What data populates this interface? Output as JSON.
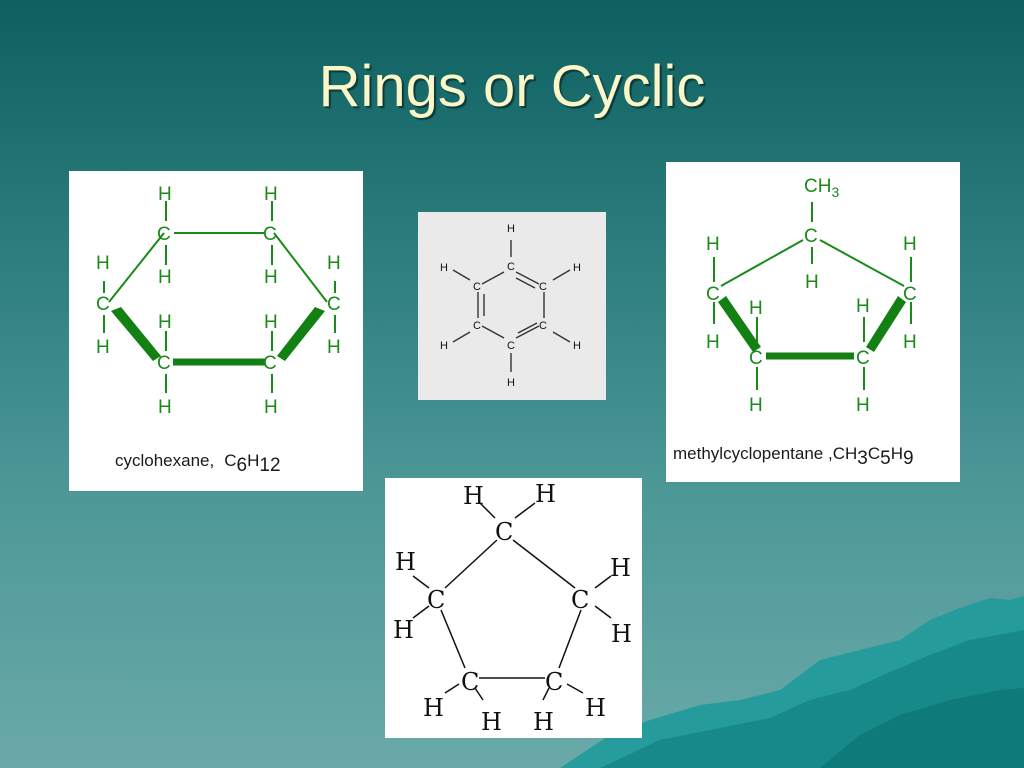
{
  "slide": {
    "title": "Rings or Cyclic"
  },
  "colors": {
    "background_top": "#0e5f5f",
    "background_bottom": "#6aa9a9",
    "title_text": "#fbf6c8",
    "structure_green": "#1a8a1a",
    "mountain": "#1f9a9a"
  },
  "atoms": {
    "carbon": "C",
    "hydrogen": "H"
  },
  "cyclohexane": {
    "name": "cyclohexane,",
    "formula": [
      "C",
      "6",
      "H",
      "12"
    ]
  },
  "benzene": {},
  "methylcyclopentane": {
    "name": "methylcyclopentane ,",
    "formula": [
      "CH",
      "3",
      "C",
      "5",
      "H",
      "9"
    ],
    "substituent": [
      "CH",
      "3"
    ]
  },
  "cyclopentane": {}
}
